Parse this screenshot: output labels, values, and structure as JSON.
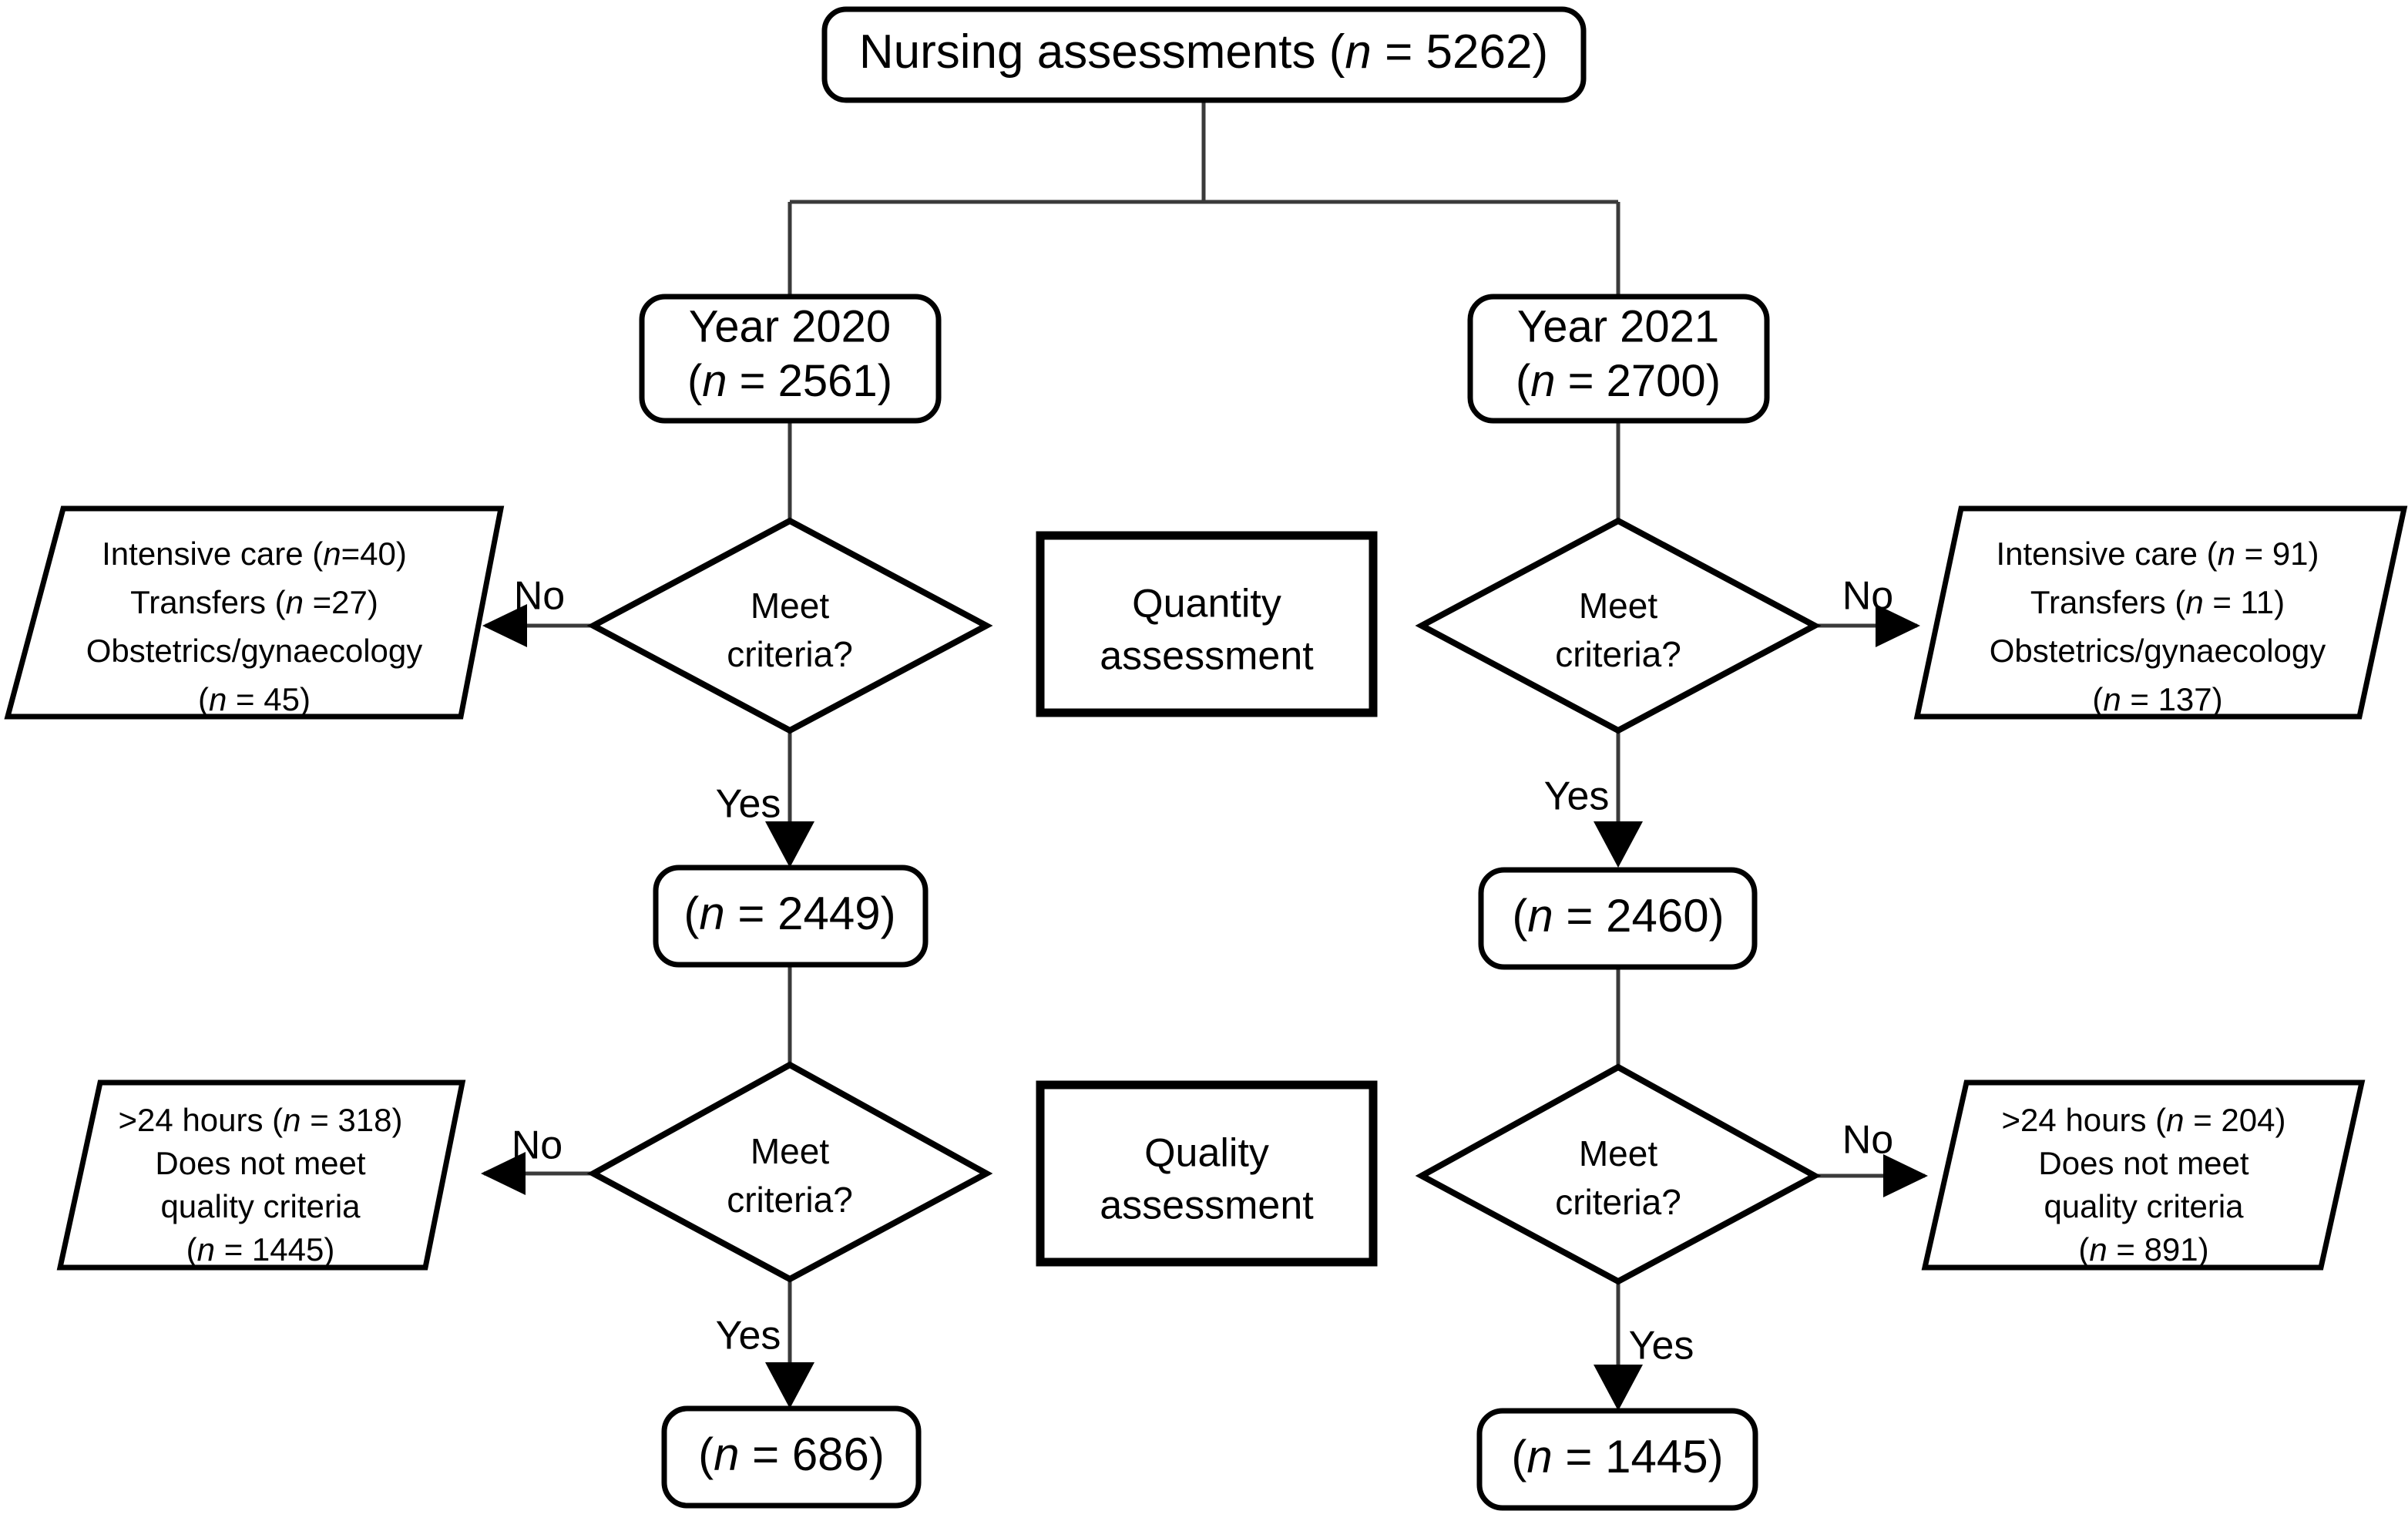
{
  "diagram": {
    "type": "flowchart",
    "title_node": {
      "label": "Nursing assessments (n = 5262)",
      "label_pre": "Nursing assessments (",
      "label_var": "n",
      "label_post": " = 5262)",
      "n": 5262,
      "shape": "rounded-rectangle"
    },
    "branches": [
      {
        "id": "year-2020",
        "year_label": "Year 2020",
        "count_label": "(n = 2561)",
        "count_pre": "(",
        "count_var": "n",
        "count_post": " = 2561)",
        "n": 2561,
        "shape": "rounded-rectangle"
      },
      {
        "id": "year-2021",
        "year_label": "Year 2021",
        "count_label": "(n = 2700)",
        "count_pre": "(",
        "count_var": "n",
        "count_post": " = 2700)",
        "n": 2700,
        "shape": "rounded-rectangle"
      }
    ],
    "decisions": {
      "line1": "Meet",
      "line2": "criteria?",
      "shape": "diamond"
    },
    "branch_labels": {
      "no": "No",
      "yes": "Yes"
    },
    "assessment_stages": [
      {
        "id": "quantity",
        "line1": "Quantity",
        "line2": "assessment",
        "shape": "rectangle"
      },
      {
        "id": "quality",
        "line1": "Quality",
        "line2": "assessment",
        "shape": "rectangle"
      }
    ],
    "exclusions": [
      {
        "id": "exclusions-2020-quantity",
        "side": "left",
        "shape": "parallelogram",
        "lines": [
          {
            "pre": "Intensive care (",
            "var": "n",
            "post": "=40)"
          },
          {
            "pre": "Transfers (",
            "var": "n",
            "post": " =27)"
          },
          {
            "pre": "Obstetrics/gynaecology",
            "var": "",
            "post": ""
          },
          {
            "pre": "(",
            "var": "n",
            "post": " = 45)"
          }
        ],
        "plain": [
          "Intensive care (n=40)",
          "Transfers (n =27)",
          "Obstetrics/gynaecology",
          "(n = 45)"
        ]
      },
      {
        "id": "exclusions-2021-quantity",
        "side": "right",
        "shape": "parallelogram",
        "lines": [
          {
            "pre": "Intensive care (",
            "var": "n",
            "post": " = 91)"
          },
          {
            "pre": "Transfers (",
            "var": "n",
            "post": " = 11)"
          },
          {
            "pre": "Obstetrics/gynaecology",
            "var": "",
            "post": ""
          },
          {
            "pre": "(",
            "var": "n",
            "post": " = 137)"
          }
        ],
        "plain": [
          "Intensive care (n = 91)",
          "Transfers (n = 11)",
          "Obstetrics/gynaecology",
          "(n = 137)"
        ]
      },
      {
        "id": "exclusions-2020-quality",
        "side": "left",
        "shape": "parallelogram",
        "lines": [
          {
            "pre": ">24 hours (",
            "var": "n",
            "post": " = 318)"
          },
          {
            "pre": "Does not meet",
            "var": "",
            "post": ""
          },
          {
            "pre": "quality criteria",
            "var": "",
            "post": ""
          },
          {
            "pre": "(",
            "var": "n",
            "post": " = 1445)"
          }
        ],
        "plain": [
          ">24 hours (n = 318)",
          "Does not meet",
          "quality criteria",
          "(n = 1445)"
        ]
      },
      {
        "id": "exclusions-2021-quality",
        "side": "right",
        "shape": "parallelogram",
        "lines": [
          {
            "pre": ">24 hours (",
            "var": "n",
            "post": " = 204)"
          },
          {
            "pre": "Does not meet",
            "var": "",
            "post": ""
          },
          {
            "pre": "quality criteria",
            "var": "",
            "post": ""
          },
          {
            "pre": "(",
            "var": "n",
            "post": " = 891)"
          }
        ],
        "plain": [
          ">24 hours (n = 204)",
          "Does not meet",
          "quality criteria",
          "(n = 891)"
        ]
      }
    ],
    "intermediate_counts": [
      {
        "id": "count-2020-quantity",
        "label": "(n = 2449)",
        "pre": "(",
        "var": "n",
        "post": " = 2449)",
        "n": 2449
      },
      {
        "id": "count-2021-quantity",
        "label": "(n = 2460)",
        "pre": "(",
        "var": "n",
        "post": " = 2460)",
        "n": 2460
      }
    ],
    "final_counts": [
      {
        "id": "count-2020-final",
        "label": "(n = 686)",
        "pre": "(",
        "var": "n",
        "post": " = 686)",
        "n": 686
      },
      {
        "id": "count-2021-final",
        "label": "(n = 1445)",
        "pre": "(",
        "var": "n",
        "post": " = 1445)",
        "n": 1445
      }
    ],
    "colors": {
      "stroke": "#000000",
      "connector": "#3a3a3a",
      "background": "#ffffff"
    }
  }
}
